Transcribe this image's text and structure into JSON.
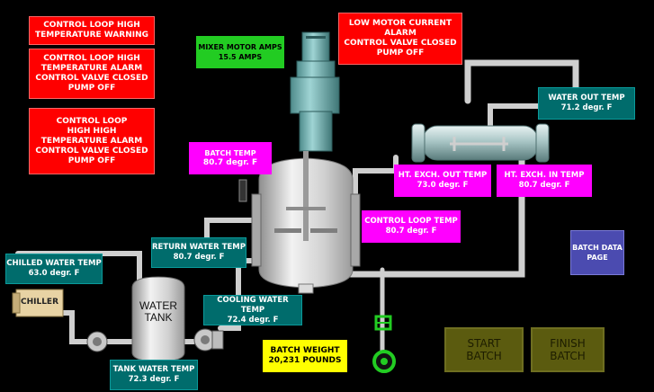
{
  "alarms": {
    "high_temp_warning": [
      "CONTROL LOOP HIGH",
      "TEMPERATURE WARNING"
    ],
    "high_temp_alarm": [
      "CONTROL LOOP HIGH",
      "TEMPERATURE ALARM",
      "CONTROL VALVE CLOSED",
      "PUMP OFF"
    ],
    "high_high_alarm": [
      "CONTROL LOOP",
      "HIGH HIGH",
      "TEMPERATURE ALARM",
      "CONTROL VALVE CLOSED",
      "PUMP OFF"
    ],
    "low_motor_current": [
      "LOW MOTOR CURRENT",
      "ALARM",
      "CONTROL VALVE CLOSED",
      "PUMP OFF"
    ]
  },
  "readouts": {
    "mixer_motor_amps": {
      "label": "MIXER MOTOR AMPS",
      "value": "15.5 AMPS"
    },
    "batch_temp": {
      "label": "BATCH TEMP",
      "value": "80.7 degr. F"
    },
    "ht_exch_out_temp": {
      "label": "HT. EXCH. OUT TEMP",
      "value": "73.0 degr. F"
    },
    "ht_exch_in_temp": {
      "label": "HT. EXCH. IN TEMP",
      "value": "80.7 degr. F"
    },
    "water_out_temp": {
      "label": "WATER OUT TEMP",
      "value": "71.2 degr. F"
    },
    "control_loop_temp": {
      "label": "CONTROL LOOP TEMP",
      "value": "80.7 degr. F"
    },
    "return_water_temp": {
      "label": "RETURN WATER TEMP",
      "value": "80.7 degr. F"
    },
    "chilled_water_temp": {
      "label": "CHILLED WATER TEMP",
      "value": "63.0 degr. F"
    },
    "cooling_water_temp": {
      "label": "COOLING WATER TEMP",
      "value": "72.4 degr. F"
    },
    "tank_water_temp": {
      "label": "TANK WATER TEMP",
      "value": "72.3 degr. F"
    },
    "batch_weight": {
      "label": "BATCH WEIGHT",
      "value": "20,231 POUNDS"
    }
  },
  "equipment": {
    "chiller": "CHILLER",
    "water_tank": [
      "WATER",
      "TANK"
    ]
  },
  "buttons": {
    "batch_data_page": [
      "BATCH DATA",
      "PAGE"
    ],
    "start_batch": [
      "START",
      "BATCH"
    ],
    "finish_batch": [
      "FINISH",
      "BATCH"
    ]
  },
  "colors": {
    "alarm": "#ff0000",
    "temp_magenta": "#ff00ff",
    "temp_teal": "#006c6c",
    "motor_green": "#22cc22",
    "weight_yellow": "#ffff00",
    "button_olive": "#5b5b0f"
  }
}
